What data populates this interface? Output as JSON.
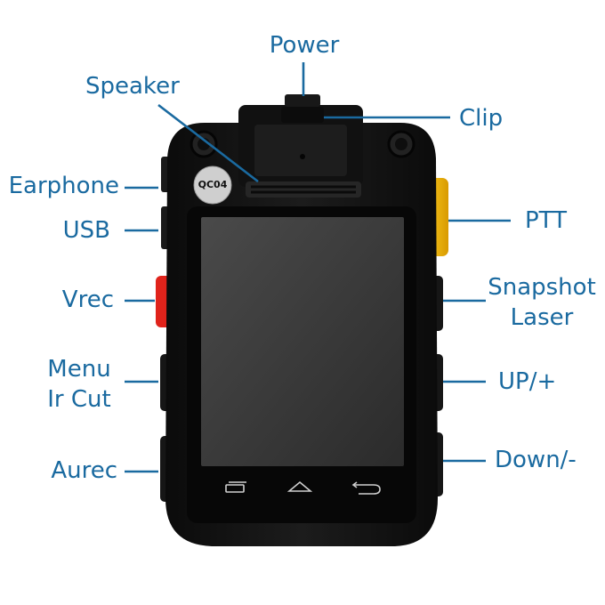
{
  "labels": {
    "power": "Power",
    "speaker": "Speaker",
    "clip": "Clip",
    "earphone": "Earphone",
    "usb": "USB",
    "ptt": "PTT",
    "vrec": "Vrec",
    "snapshot": "Snapshot",
    "laser": "Laser",
    "menu": "Menu",
    "ir_cut": "Ir Cut",
    "up": "UP/+",
    "aurec": "Aurec",
    "down": "Down/-"
  },
  "device": {
    "badge": "QC04",
    "nav_icons": [
      "recent-apps-icon",
      "home-icon",
      "back-icon"
    ]
  },
  "colors": {
    "label": "#1a6aa0",
    "leader": "#1a6aa0",
    "body": "#141414",
    "screen": "#3a3a3a",
    "ptt": "#f2b705",
    "vrec": "#e0231b",
    "badge": "#cfcfcf"
  }
}
